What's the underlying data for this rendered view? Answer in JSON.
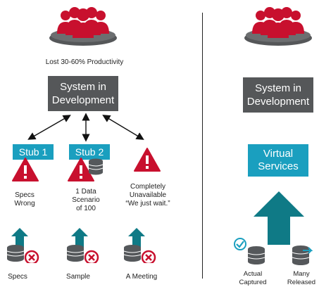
{
  "left": {
    "productivity_label": "Lost 30-60% Productivity",
    "system_box": "System in Development",
    "stubs": [
      {
        "label": "Stub 1"
      },
      {
        "label": "Stub 2"
      }
    ],
    "warnings": [
      {
        "text": "Specs\nWrong"
      },
      {
        "text": "1 Data\nScenario\nof 100"
      },
      {
        "text": "Completely\nUnavailable\n“We just wait.”"
      }
    ],
    "bottom_labels": [
      "Specs",
      "Sample",
      "A Meeting"
    ]
  },
  "right": {
    "system_box": "System in Development",
    "virtual_box": "Virtual Services",
    "bottom_labels": [
      "Actual\nCaptured",
      "Many\nReleased"
    ]
  },
  "colors": {
    "red": "#c8102e",
    "teal": "#1a9fbf",
    "dark_teal": "#0f7a86",
    "gray_box": "#555759",
    "db_gray": "#55585b"
  }
}
